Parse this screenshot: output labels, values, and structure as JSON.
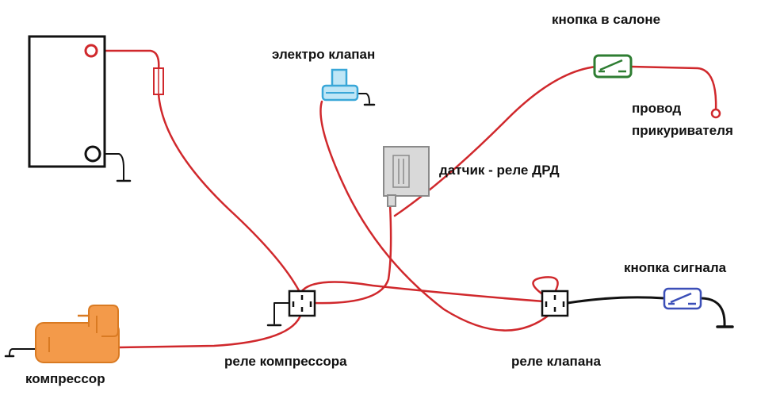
{
  "labels": {
    "cabin_button": "кнопка в салоне",
    "solenoid_valve": "электро клапан",
    "lighter_wire_line1": "провод",
    "lighter_wire_line2": "прикуривателя",
    "pressure_sensor_relay": "датчик - реле ДРД",
    "signal_button": "кнопка сигнала",
    "compressor": "компрессор",
    "compressor_relay": "реле компрессора",
    "valve_relay": "реле клапана"
  },
  "colors": {
    "wire_positive": "#d0282c",
    "wire_signal": "#111111",
    "ground": "#111111",
    "battery": "#111111",
    "cabin_button": "#2e7d32",
    "signal_button": "#3b4fb8",
    "solenoid_valve": "#39a7d8",
    "solenoid_valve_fill": "#bfe6f6",
    "sensor_fill": "#d9d9d9",
    "sensor_stroke": "#8a8a8a",
    "compressor": "#f39a4a",
    "compressor_stroke": "#d97a22",
    "relay": "#111111"
  },
  "icons": [
    "battery-icon",
    "fuse-icon",
    "solenoid-valve-icon",
    "pressure-sensor-icon",
    "switch-icon",
    "relay-icon",
    "compressor-icon",
    "ground-icon",
    "lighter-plug-icon"
  ]
}
